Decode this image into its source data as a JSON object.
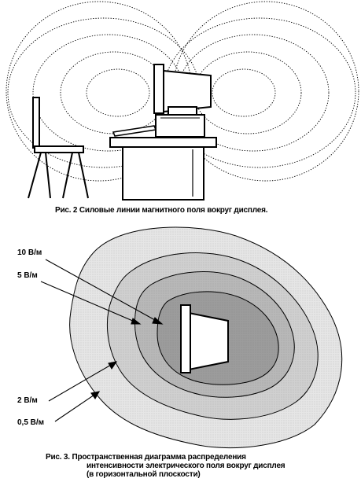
{
  "figure2": {
    "caption": "Рис. 2 Силовые линии магнитного поля вокруг дисплея."
  },
  "figure3": {
    "caption_line1": "Рис. 3. Пространственная диаграмма распределения",
    "caption_line2": "интенсивности электрического поля вокруг дисплея",
    "caption_line3": "(в горизонтальной плоскости)",
    "levels": [
      {
        "label": "10 В/м",
        "value": 10,
        "color": "#9a9a9a"
      },
      {
        "label": "5 В/м",
        "value": 5,
        "color": "#b6b6b6"
      },
      {
        "label": "2 В/м",
        "value": 2,
        "color": "#cfcfcf"
      },
      {
        "label": "0,5 В/м",
        "value": 0.5,
        "color": "#e4e4e4"
      }
    ]
  }
}
